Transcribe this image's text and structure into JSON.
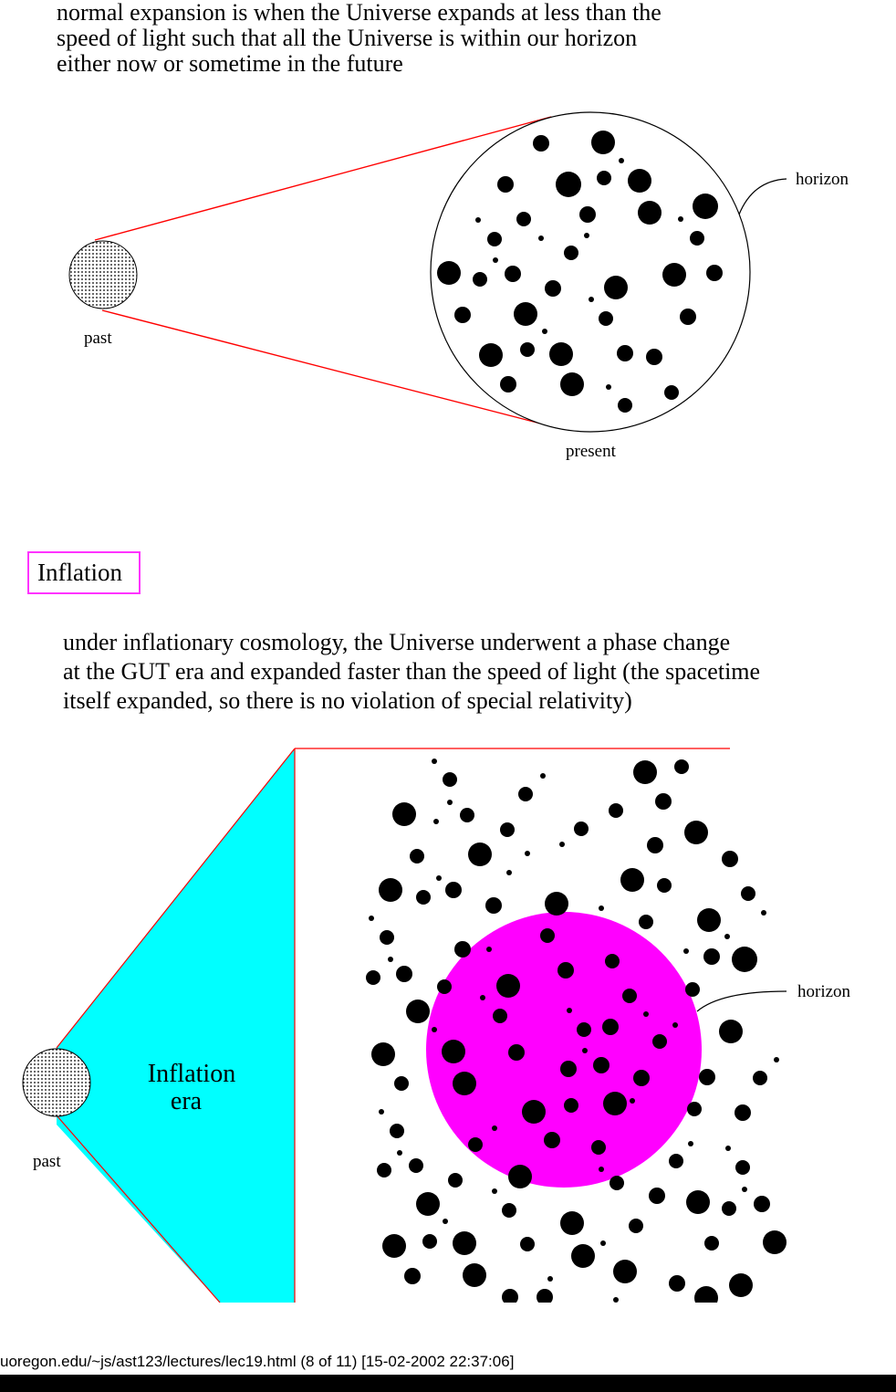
{
  "intro": {
    "lines": [
      "normal expansion is when the Universe expands at less than the",
      "speed of light such that all the Universe is within our horizon",
      "either now or sometime in the future"
    ]
  },
  "normal_diagram": {
    "past_label": "past",
    "present_label": "present",
    "horizon_label": "horizon"
  },
  "section": {
    "title": "Inflation"
  },
  "inflation": {
    "lines": [
      "under inflationary cosmology, the Universe underwent a phase change",
      "at the GUT era and expanded faster than the speed of light (the spacetime",
      "itself expanded, so there is no violation of special relativity)"
    ]
  },
  "inflation_diagram": {
    "era_label_line1": "Inflation",
    "era_label_line2": "era",
    "past_label": "past",
    "horizon_label": "horizon"
  },
  "colors": {
    "light_cone_line": "#ff0000",
    "inflation_era_fill": "#00ffff",
    "horizon_fill": "#ff00ff",
    "section_border": "#ff33ff",
    "galaxy": "#000000"
  },
  "footer": {
    "text": "uoregon.edu/~js/ast123/lectures/lec19.html (8 of 11) [15-02-2002 22:37:06]"
  }
}
